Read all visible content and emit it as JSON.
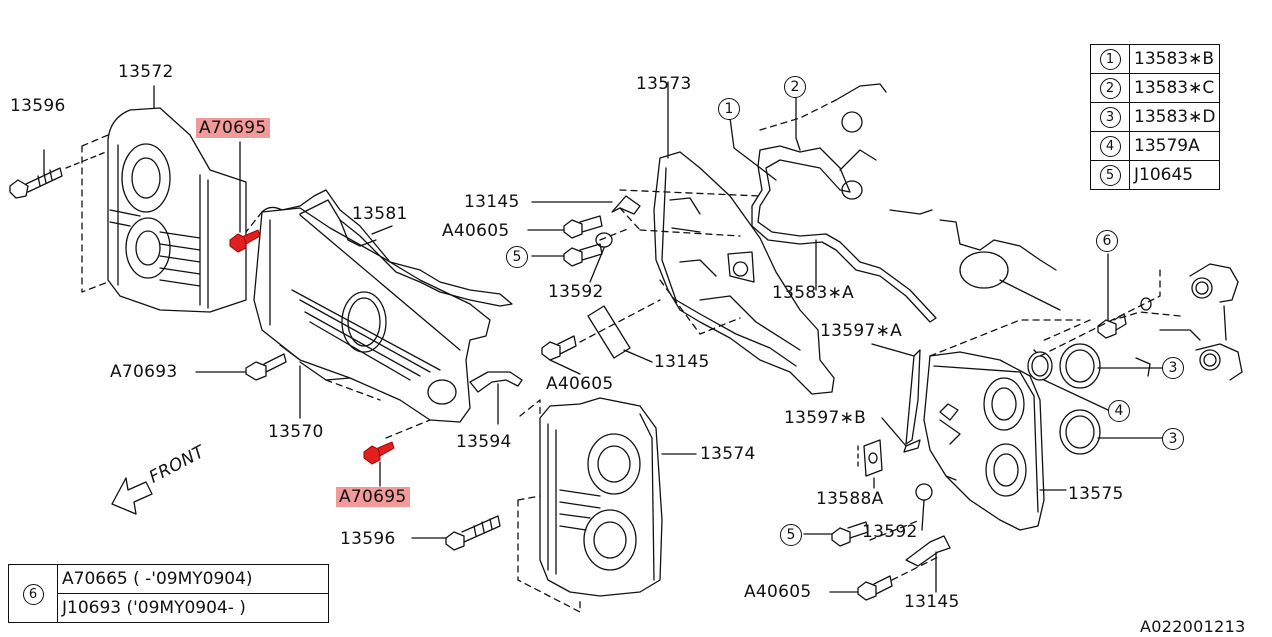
{
  "labels": {
    "p13572": "13572",
    "p13596_top": "13596",
    "hl_a70695_top": "A70695",
    "p13581": "13581",
    "p13573": "13573",
    "p13145_a": "13145",
    "p40605_a": "A40605",
    "p13592_a": "13592",
    "p13583a": "13583∗A",
    "p13597a": "13597∗A",
    "p13145_b": "13145",
    "p40605_b": "A40605",
    "p70693": "A70693",
    "p13570": "13570",
    "p13594": "13594",
    "p13574": "13574",
    "hl_a70695_bot": "A70695",
    "p13596_bot": "13596",
    "p13597b": "13597∗B",
    "p13588a": "13588A",
    "p13592_b": "13592",
    "p13575": "13575",
    "p40605_c": "A40605",
    "p13145_c": "13145",
    "front": "FRONT",
    "diagram_id": "A022001213"
  },
  "callouts": {
    "c1": "1",
    "c2": "2",
    "c3a": "3",
    "c3b": "3",
    "c4": "4",
    "c5a": "5",
    "c5b": "5",
    "c6": "6"
  },
  "legend_top": [
    {
      "num": "1",
      "part": "13583∗B"
    },
    {
      "num": "2",
      "part": "13583∗C"
    },
    {
      "num": "3",
      "part": "13583∗D"
    },
    {
      "num": "4",
      "part": "13579A"
    },
    {
      "num": "5",
      "part": "J10645"
    }
  ],
  "legend_bottom": {
    "num": "6",
    "rows": [
      "A70665 ( -'09MY0904)",
      "J10693 ('09MY0904- )"
    ]
  },
  "colors": {
    "highlight": "#f29a9a",
    "bolt_red": "#e02020",
    "line": "#111111"
  }
}
